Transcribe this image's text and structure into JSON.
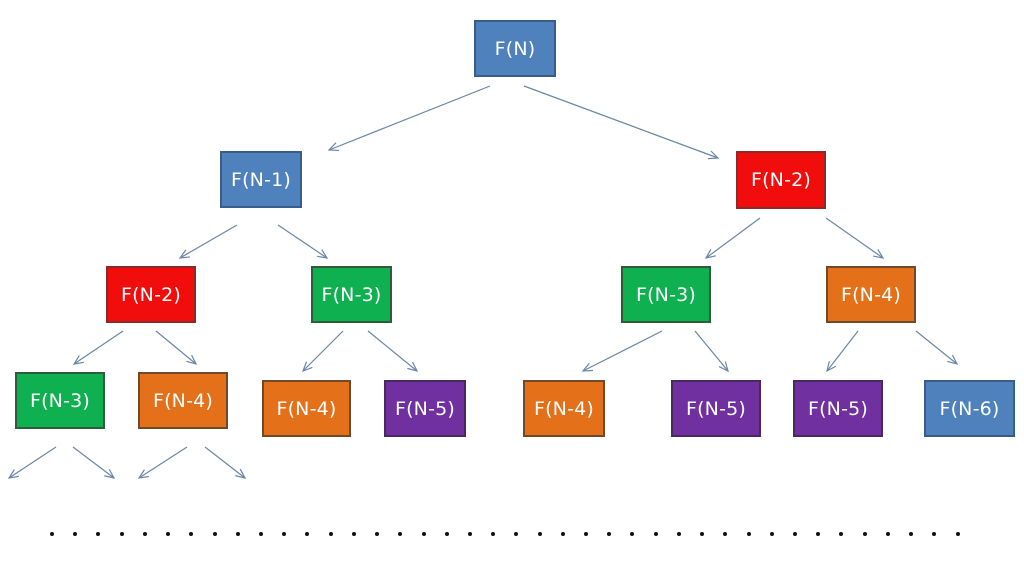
{
  "diagram": {
    "colors": {
      "blue": "#4f81bd",
      "red": "#f20d0d",
      "green": "#0eb050",
      "orange": "#e4701a",
      "purple": "#7030a0",
      "arrow": "#6b86a8"
    },
    "nodes": [
      {
        "id": "n-root",
        "label": "F(N)",
        "color": "blue"
      },
      {
        "id": "n-l",
        "label": "F(N-1)",
        "color": "blue"
      },
      {
        "id": "n-r",
        "label": "F(N-2)",
        "color": "red"
      },
      {
        "id": "n-ll",
        "label": "F(N-2)",
        "color": "red"
      },
      {
        "id": "n-lr",
        "label": "F(N-3)",
        "color": "green"
      },
      {
        "id": "n-rl",
        "label": "F(N-3)",
        "color": "green"
      },
      {
        "id": "n-rr",
        "label": "F(N-4)",
        "color": "orange"
      },
      {
        "id": "n-lll",
        "label": "F(N-3)",
        "color": "green"
      },
      {
        "id": "n-llr",
        "label": "F(N-4)",
        "color": "orange"
      },
      {
        "id": "n-lrl",
        "label": "F(N-4)",
        "color": "orange"
      },
      {
        "id": "n-lrr",
        "label": "F(N-5)",
        "color": "purple"
      },
      {
        "id": "n-rll",
        "label": "F(N-4)",
        "color": "orange"
      },
      {
        "id": "n-rlr",
        "label": "F(N-5)",
        "color": "purple"
      },
      {
        "id": "n-rrl",
        "label": "F(N-5)",
        "color": "purple"
      },
      {
        "id": "n-rrr",
        "label": "F(N-6)",
        "color": "blue"
      }
    ],
    "edges": [
      {
        "from": "n-root",
        "to": "n-l"
      },
      {
        "from": "n-root",
        "to": "n-r"
      },
      {
        "from": "n-l",
        "to": "n-ll"
      },
      {
        "from": "n-l",
        "to": "n-lr"
      },
      {
        "from": "n-r",
        "to": "n-rl"
      },
      {
        "from": "n-r",
        "to": "n-rr"
      },
      {
        "from": "n-ll",
        "to": "n-lll"
      },
      {
        "from": "n-ll",
        "to": "n-llr"
      },
      {
        "from": "n-lr",
        "to": "n-lrl"
      },
      {
        "from": "n-lr",
        "to": "n-lrr"
      },
      {
        "from": "n-rl",
        "to": "n-rll"
      },
      {
        "from": "n-rl",
        "to": "n-rlr"
      },
      {
        "from": "n-rr",
        "to": "n-rrl"
      },
      {
        "from": "n-rr",
        "to": "n-rrr"
      },
      {
        "from": "n-lll",
        "to": null
      },
      {
        "from": "n-lll",
        "to": null
      },
      {
        "from": "n-llr",
        "to": null
      },
      {
        "from": "n-llr",
        "to": null
      }
    ],
    "continuation_dot_count": 40
  }
}
